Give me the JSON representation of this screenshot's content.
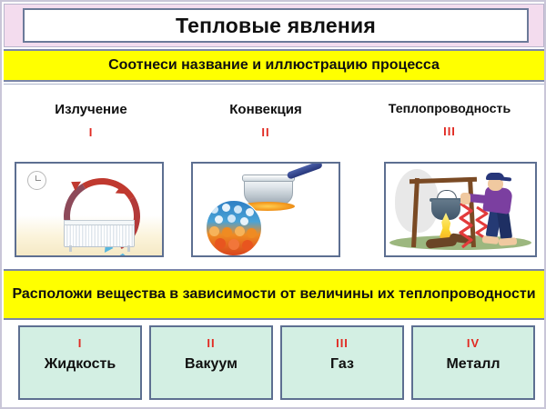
{
  "title": "Тепловые явления",
  "instructions": {
    "first": "Соотнеси название и иллюстрацию процесса",
    "second": "Расположи вещества в зависимости от величины их теплопроводности"
  },
  "processes": [
    {
      "name": "Излучение",
      "numeral": "I",
      "illustration": "radiator-convection-loop"
    },
    {
      "name": "Конвекция",
      "numeral": "II",
      "illustration": "saucepan-molecules"
    },
    {
      "name": "Теплопроводность",
      "numeral": "III",
      "illustration": "campfire-person-warming"
    }
  ],
  "substances": [
    {
      "numeral": "I",
      "label": "Жидкость"
    },
    {
      "numeral": "II",
      "label": "Вакуум"
    },
    {
      "numeral": "III",
      "label": "Газ"
    },
    {
      "numeral": "IV",
      "label": "Металл"
    }
  ],
  "colors": {
    "band_background": "#ffff00",
    "title_band": "#f3dcee",
    "answer_box": "#d3efe3",
    "numeral_red": "#e12a22",
    "frame_border": "#5d6f91"
  }
}
